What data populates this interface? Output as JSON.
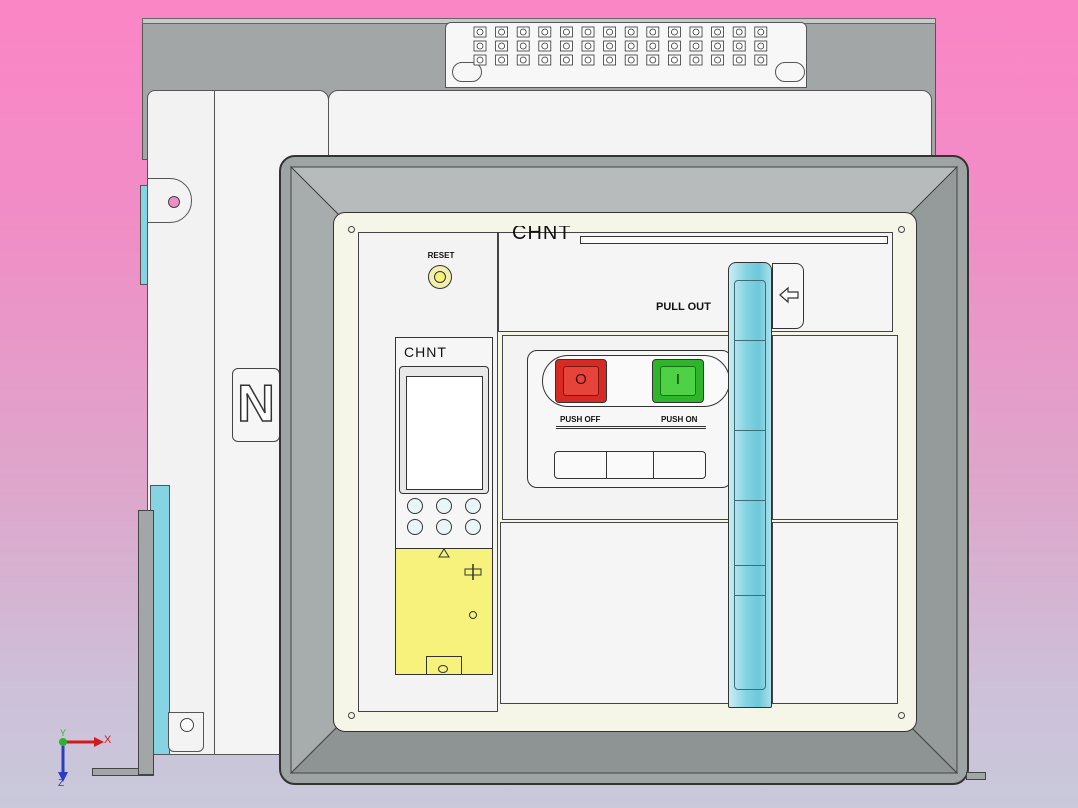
{
  "scene": {
    "background_top": "#fb86c5",
    "background_bottom": "#c9c9db",
    "body_color": "#a2a6a6",
    "panel_fill": "#f3f3f3",
    "accent_blue": "#86d4e3",
    "trip_unit_yellow": "#f7f27c",
    "off_button_color": "#d62b24",
    "on_button_color": "#2fb52a"
  },
  "labels": {
    "brand_top": "CHNT",
    "brand_trip_unit": "CHNT",
    "reset": "RESET",
    "pull_out": "PULL OUT",
    "push_off": "PUSH OFF",
    "push_on": "PUSH ON",
    "neutral": "N",
    "off_symbol": "O",
    "on_symbol": "I"
  },
  "axis_triad": {
    "x_label": "X",
    "y_label": "Y",
    "z_label": "Z"
  },
  "icons": {
    "reset_knob": "reset-knob-icon",
    "pull_out_arrow": "arrow-left-icon",
    "terminal_block": "terminal-block-icon"
  }
}
